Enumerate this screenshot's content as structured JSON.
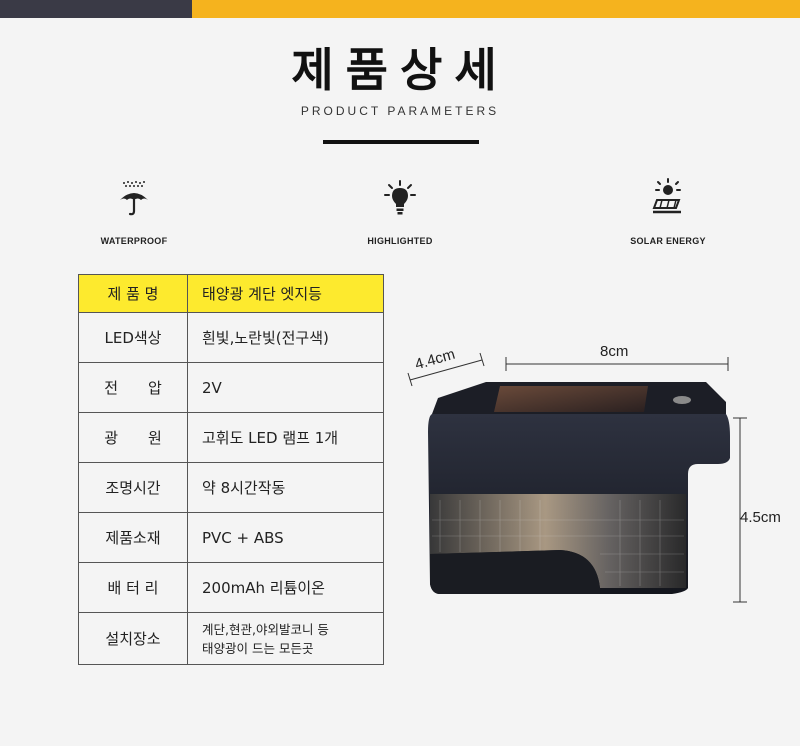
{
  "header": {
    "title": "제품상세",
    "subtitle": "PRODUCT PARAMETERS"
  },
  "features": [
    {
      "icon": "umbrella-icon",
      "label": "WATERPROOF"
    },
    {
      "icon": "lightbulb-icon",
      "label": "HIGHLIGHTED"
    },
    {
      "icon": "solar-panel-icon",
      "label": "SOLAR ENERGY"
    }
  ],
  "specs": {
    "header": {
      "key": "제 품 명",
      "value": "태양광 계단 엣지등"
    },
    "rows": [
      {
        "key": "LED색상",
        "value": "흰빛,노란빛(전구색)"
      },
      {
        "key": "전　　압",
        "value": "2V"
      },
      {
        "key": "광　　원",
        "value": "고휘도 LED 램프 1개"
      },
      {
        "key": "조명시간",
        "value": "약 8시간작동"
      },
      {
        "key": "제품소재",
        "value": "PVC + ABS"
      },
      {
        "key": "배 터 리",
        "value": "200mAh 리튬이온"
      }
    ],
    "install": {
      "key": "설치장소",
      "line1": "계단,현관,야외발코니 등",
      "line2": "태양광이 드는 모든곳"
    }
  },
  "dimensions": {
    "depth": "4.4cm",
    "width": "8cm",
    "height": "4.5cm"
  },
  "colors": {
    "accent_yellow": "#f5b31e",
    "dark_bar": "#3a3a46",
    "table_header": "#fdea2e"
  }
}
